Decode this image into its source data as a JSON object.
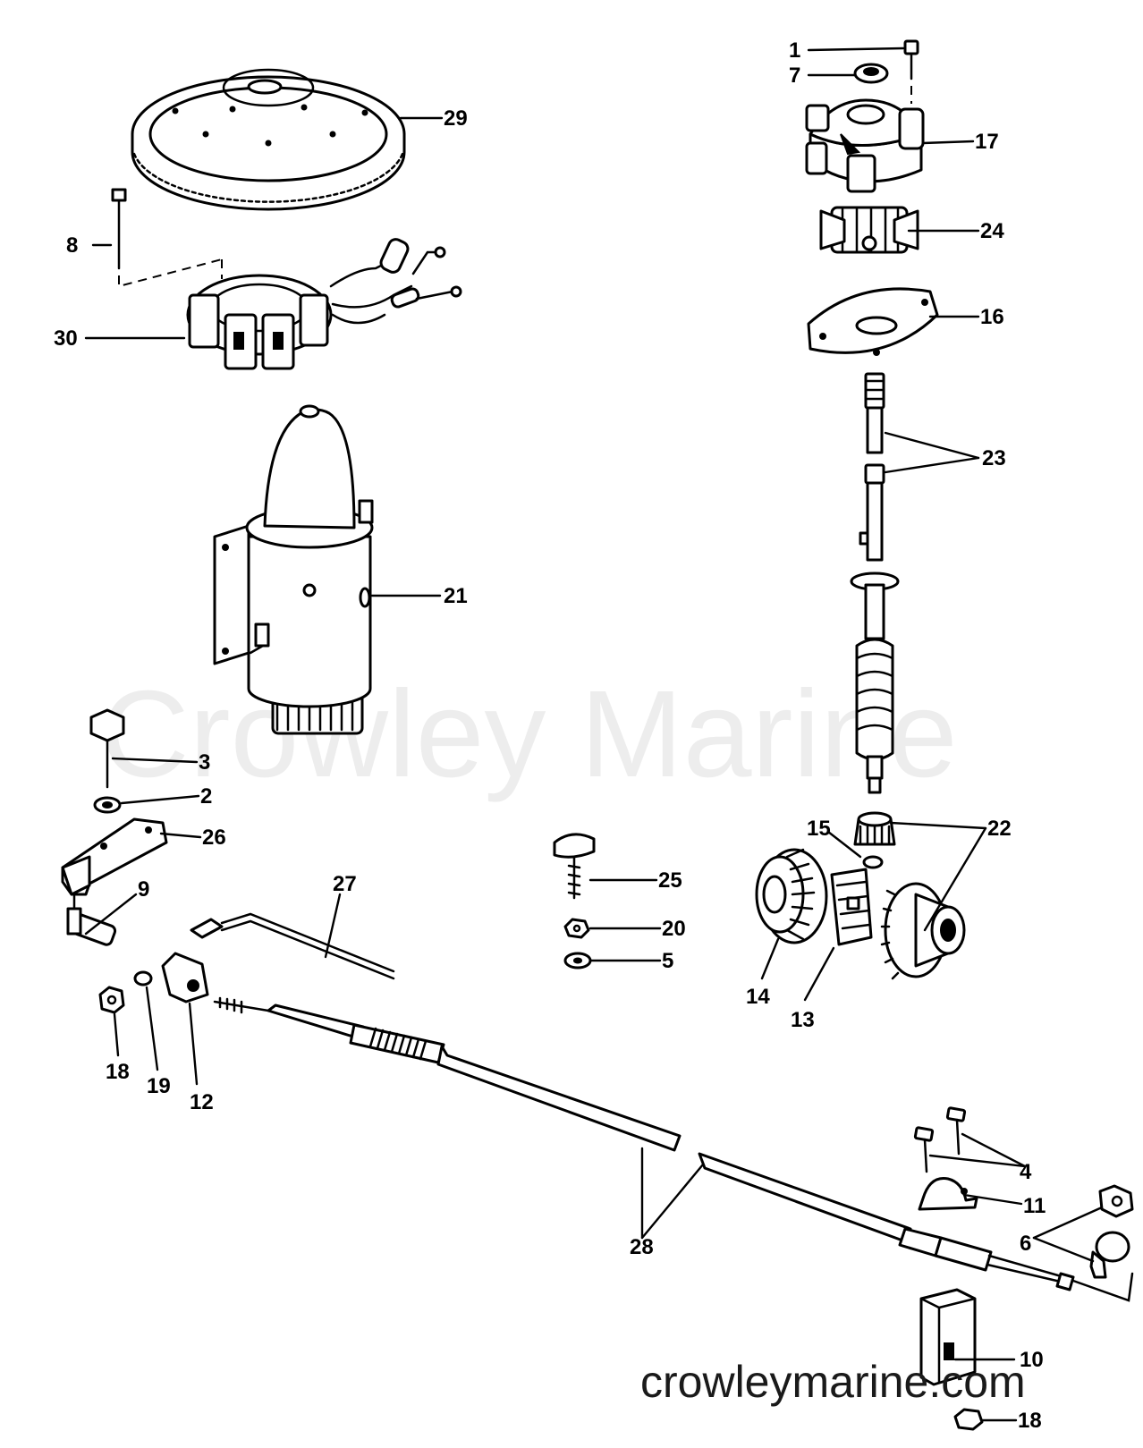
{
  "watermark": {
    "center_text": "Crowley Marine",
    "footer_text": "crowleymarine.com"
  },
  "callouts": [
    {
      "id": "p1",
      "label": "1"
    },
    {
      "id": "p7",
      "label": "7"
    },
    {
      "id": "p17",
      "label": "17"
    },
    {
      "id": "p24",
      "label": "24"
    },
    {
      "id": "p16",
      "label": "16"
    },
    {
      "id": "p23",
      "label": "23"
    },
    {
      "id": "p29",
      "label": "29"
    },
    {
      "id": "p8",
      "label": "8"
    },
    {
      "id": "p30",
      "label": "30"
    },
    {
      "id": "p21",
      "label": "21"
    },
    {
      "id": "p3",
      "label": "3"
    },
    {
      "id": "p2",
      "label": "2"
    },
    {
      "id": "p26",
      "label": "26"
    },
    {
      "id": "p9",
      "label": "9"
    },
    {
      "id": "p27",
      "label": "27"
    },
    {
      "id": "p25",
      "label": "25"
    },
    {
      "id": "p20",
      "label": "20"
    },
    {
      "id": "p5",
      "label": "5"
    },
    {
      "id": "p15",
      "label": "15"
    },
    {
      "id": "p22",
      "label": "22"
    },
    {
      "id": "p14",
      "label": "14"
    },
    {
      "id": "p13",
      "label": "13"
    },
    {
      "id": "p18a",
      "label": "18"
    },
    {
      "id": "p19",
      "label": "19"
    },
    {
      "id": "p12",
      "label": "12"
    },
    {
      "id": "p4",
      "label": "4"
    },
    {
      "id": "p11",
      "label": "11"
    },
    {
      "id": "p6",
      "label": "6"
    },
    {
      "id": "p28",
      "label": "28"
    },
    {
      "id": "p10",
      "label": "10"
    },
    {
      "id": "p18b",
      "label": "18"
    }
  ]
}
